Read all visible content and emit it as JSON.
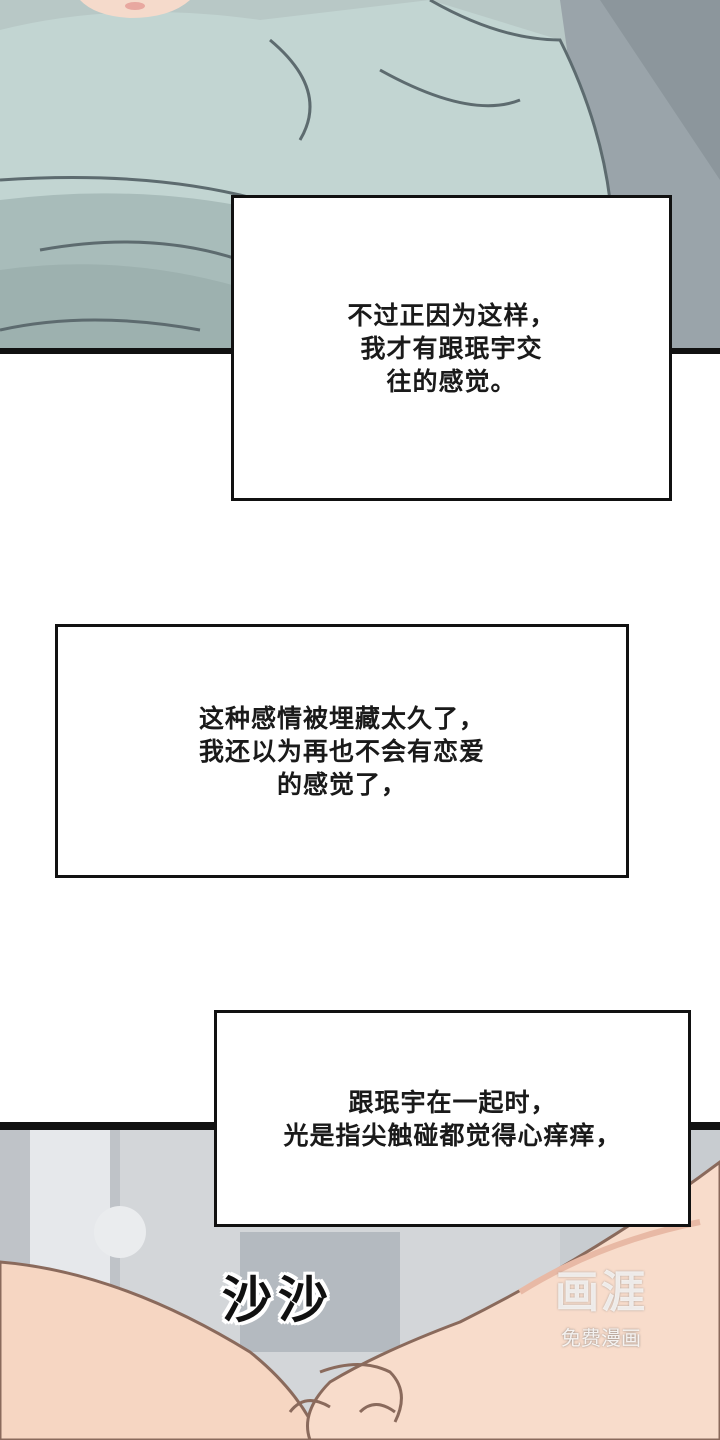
{
  "captions": [
    {
      "text": "不过正因为这样，\n 我才有跟珉宇交\n往的感觉。"
    },
    {
      "text": "这种感情被埋藏太久了，\n我还以为再也不会有恋爱\n的感觉了，"
    },
    {
      "text": "跟珉宇在一起时，\n光是指尖触碰都觉得心痒痒，"
    }
  ],
  "sfx": "沙沙",
  "watermark": {
    "logo": "画涯",
    "sub": "免费漫画"
  },
  "colors": {
    "frame": "#111111",
    "shirt": "#a9b9b7",
    "skin": "#f6d6c2",
    "background": "#ffffff"
  }
}
